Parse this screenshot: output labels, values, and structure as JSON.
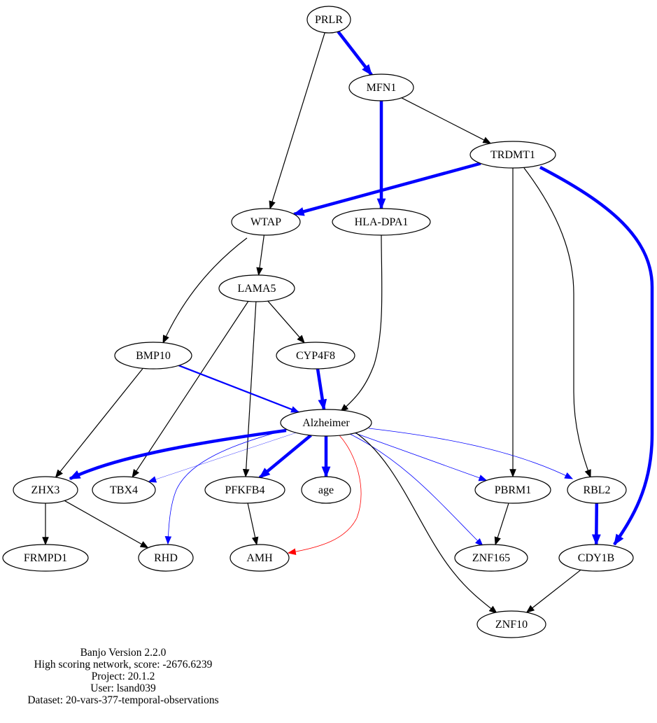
{
  "nodes": {
    "prlr": "PRLR",
    "mfn1": "MFN1",
    "trdmt1": "TRDMT1",
    "wtap": "WTAP",
    "hladpa1": "HLA-DPA1",
    "lama5": "LAMA5",
    "bmp10": "BMP10",
    "cyp4f8": "CYP4F8",
    "alzheimer": "Alzheimer",
    "zhx3": "ZHX3",
    "tbx4": "TBX4",
    "pfkfb4": "PFKFB4",
    "age": "age",
    "pbrm1": "PBRM1",
    "rbl2": "RBL2",
    "frmpd1": "FRMPD1",
    "rhd": "RHD",
    "amh": "AMH",
    "znf165": "ZNF165",
    "cdy1b": "CDY1B",
    "znf10": "ZNF10"
  },
  "edges": [
    {
      "from": "prlr",
      "to": "mfn1",
      "color": "#0000ff",
      "weight": "heavy"
    },
    {
      "from": "prlr",
      "to": "wtap",
      "color": "#000000",
      "weight": "normal"
    },
    {
      "from": "mfn1",
      "to": "trdmt1",
      "color": "#000000",
      "weight": "normal"
    },
    {
      "from": "mfn1",
      "to": "hladpa1",
      "color": "#0000ff",
      "weight": "heavy"
    },
    {
      "from": "trdmt1",
      "to": "wtap",
      "color": "#0000ff",
      "weight": "heavy"
    },
    {
      "from": "trdmt1",
      "to": "pbrm1",
      "color": "#000000",
      "weight": "normal"
    },
    {
      "from": "trdmt1",
      "to": "rbl2",
      "color": "#000000",
      "weight": "normal"
    },
    {
      "from": "trdmt1",
      "to": "cdy1b",
      "color": "#0000ff",
      "weight": "heavy"
    },
    {
      "from": "wtap",
      "to": "lama5",
      "color": "#000000",
      "weight": "normal"
    },
    {
      "from": "wtap",
      "to": "bmp10",
      "color": "#000000",
      "weight": "normal"
    },
    {
      "from": "hladpa1",
      "to": "alzheimer",
      "color": "#000000",
      "weight": "normal"
    },
    {
      "from": "lama5",
      "to": "cyp4f8",
      "color": "#000000",
      "weight": "normal"
    },
    {
      "from": "lama5",
      "to": "tbx4",
      "color": "#000000",
      "weight": "normal"
    },
    {
      "from": "lama5",
      "to": "pfkfb4",
      "color": "#000000",
      "weight": "normal"
    },
    {
      "from": "bmp10",
      "to": "alzheimer",
      "color": "#0000ff",
      "weight": "medium"
    },
    {
      "from": "bmp10",
      "to": "zhx3",
      "color": "#000000",
      "weight": "normal"
    },
    {
      "from": "cyp4f8",
      "to": "alzheimer",
      "color": "#0000ff",
      "weight": "heavy"
    },
    {
      "from": "alzheimer",
      "to": "zhx3",
      "color": "#0000ff",
      "weight": "heavy"
    },
    {
      "from": "alzheimer",
      "to": "tbx4",
      "color": "#0000ff",
      "weight": "faint"
    },
    {
      "from": "alzheimer",
      "to": "rhd",
      "color": "#0000ff",
      "weight": "thin"
    },
    {
      "from": "alzheimer",
      "to": "pfkfb4",
      "color": "#0000ff",
      "weight": "heavy"
    },
    {
      "from": "alzheimer",
      "to": "age",
      "color": "#0000ff",
      "weight": "heavy"
    },
    {
      "from": "alzheimer",
      "to": "amh",
      "color": "#ff0000",
      "weight": "thin"
    },
    {
      "from": "alzheimer",
      "to": "pbrm1",
      "color": "#0000ff",
      "weight": "thin"
    },
    {
      "from": "alzheimer",
      "to": "rbl2",
      "color": "#0000ff",
      "weight": "thin"
    },
    {
      "from": "alzheimer",
      "to": "znf165",
      "color": "#0000ff",
      "weight": "thin"
    },
    {
      "from": "alzheimer",
      "to": "znf10",
      "color": "#000000",
      "weight": "normal"
    },
    {
      "from": "zhx3",
      "to": "frmpd1",
      "color": "#000000",
      "weight": "normal"
    },
    {
      "from": "zhx3",
      "to": "rhd",
      "color": "#000000",
      "weight": "normal"
    },
    {
      "from": "pfkfb4",
      "to": "amh",
      "color": "#000000",
      "weight": "normal"
    },
    {
      "from": "pbrm1",
      "to": "znf165",
      "color": "#000000",
      "weight": "normal"
    },
    {
      "from": "rbl2",
      "to": "cdy1b",
      "color": "#0000ff",
      "weight": "heavy"
    },
    {
      "from": "cdy1b",
      "to": "znf10",
      "color": "#000000",
      "weight": "normal"
    }
  ],
  "caption": {
    "line1": "Banjo Version 2.2.0",
    "line2": "High scoring network, score: -2676.6239",
    "line3": "Project: 20.1.2",
    "line4": "User: lsand039",
    "line5": "Dataset: 20-vars-377-temporal-observations"
  }
}
